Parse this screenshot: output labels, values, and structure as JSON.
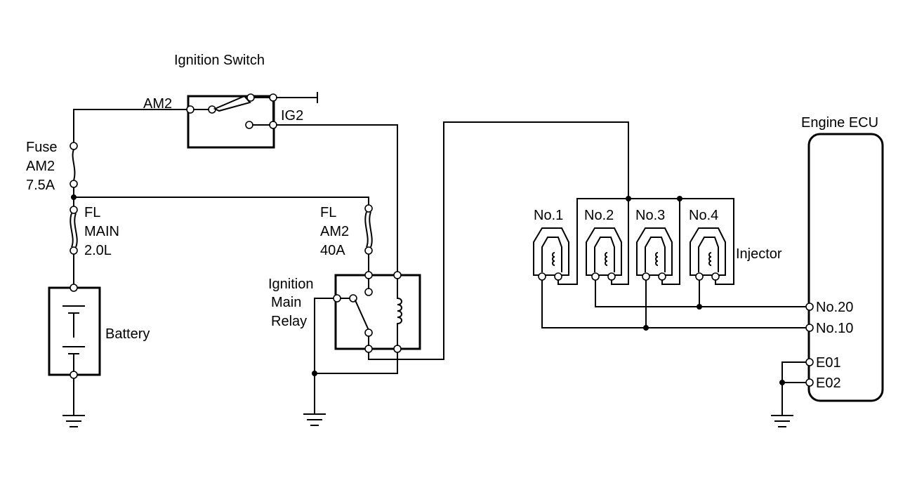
{
  "labels": {
    "ignition_switch": "Ignition Switch",
    "am2": "AM2",
    "ig2": "IG2",
    "fuse": "Fuse",
    "fuse_am2": "AM2",
    "fuse_rating": "7.5A",
    "fl1": "FL",
    "fl1_main": "MAIN",
    "fl1_size": "2.0L",
    "battery": "Battery",
    "fl2": "FL",
    "fl2_am2": "AM2",
    "fl2_rating": "40A",
    "relay_line1": "Ignition",
    "relay_line2": "Main",
    "relay_line3": "Relay",
    "injectors": [
      "No.1",
      "No.2",
      "No.3",
      "No.4"
    ],
    "injector": "Injector",
    "engine_ecu": "Engine ECU",
    "ecu_no20": "No.20",
    "ecu_no10": "No.10",
    "ecu_e01": "E01",
    "ecu_e02": "E02"
  }
}
